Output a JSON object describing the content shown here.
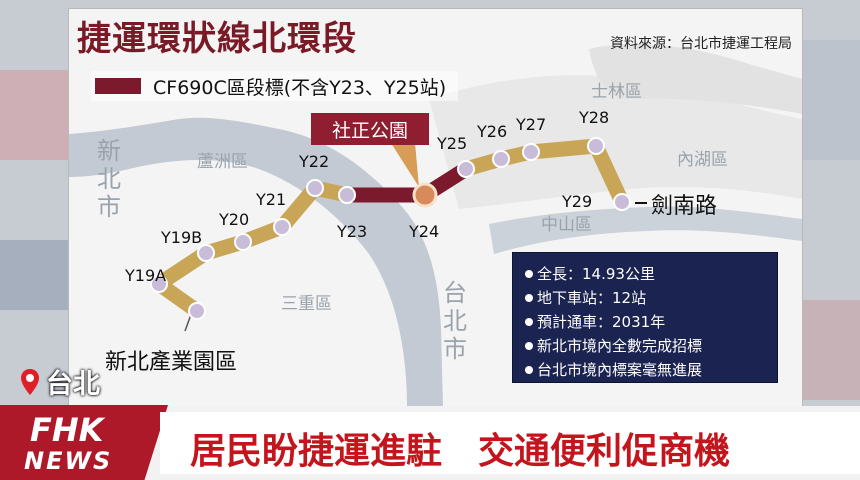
{
  "map": {
    "title": "捷運環狀線北環段",
    "source": "資料來源：台北市捷運工程局",
    "legend": {
      "label": "CF690C區段標(不含Y23、Y25站)",
      "color": "#7a1a2c"
    },
    "line_color": "#c9a558",
    "stations": [
      {
        "id": "y19a",
        "label": "Y19A"
      },
      {
        "id": "y19b",
        "label": "Y19B"
      },
      {
        "id": "y20",
        "label": "Y20"
      },
      {
        "id": "y21",
        "label": "Y21"
      },
      {
        "id": "y22",
        "label": "Y22"
      },
      {
        "id": "y23",
        "label": "Y23"
      },
      {
        "id": "y24",
        "label": "Y24"
      },
      {
        "id": "y25",
        "label": "Y25"
      },
      {
        "id": "y26",
        "label": "Y26"
      },
      {
        "id": "y27",
        "label": "Y27"
      },
      {
        "id": "y28",
        "label": "Y28"
      },
      {
        "id": "y29",
        "label": "Y29"
      }
    ],
    "callout": "社正公園",
    "endpoints": {
      "west": "新北產業園區",
      "east": "劍南路"
    },
    "districts": {
      "xinbei": "新北市",
      "luzhou": "蘆洲區",
      "sanchong": "三重區",
      "taibei": "台北市",
      "zhongshan": "中山區",
      "shilin": "士林區",
      "neihu": "內湖區"
    },
    "info": [
      "全長：14.93公里",
      "地下車站：12站",
      "預計通車：2031年",
      "新北市境內全數完成招標",
      "台北市境內標案毫無進展"
    ]
  },
  "location_tag": "台北",
  "logo": {
    "line1": "FHK",
    "line2": "NEWS"
  },
  "headline": "居民盼捷運進駐　交通便利促商機",
  "colors": {
    "accent_red": "#c4151c",
    "logo_red": "#ae1929",
    "info_bg": "#1b2350"
  }
}
